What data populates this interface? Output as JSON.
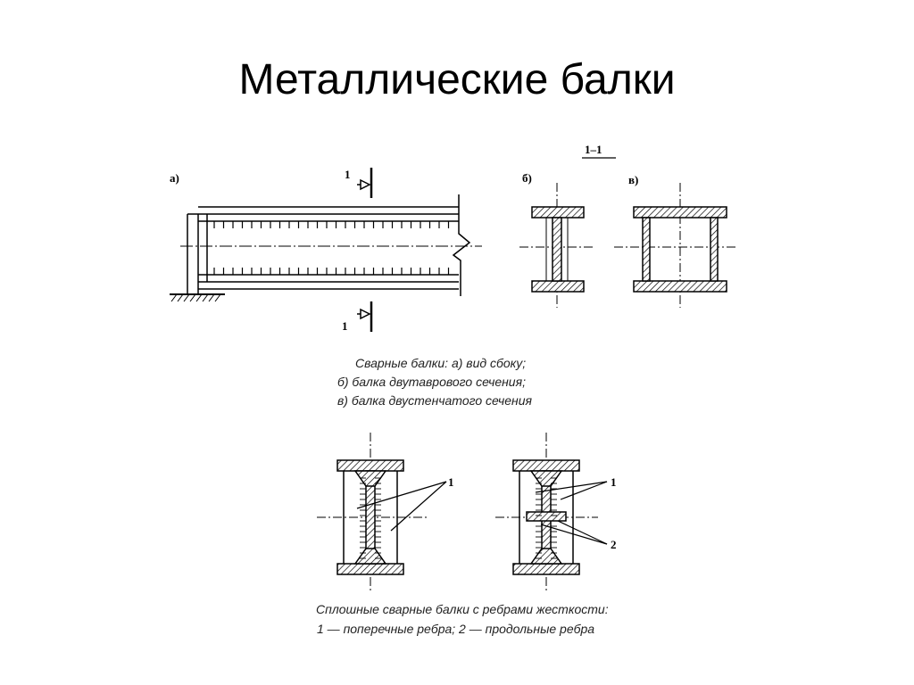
{
  "slide": {
    "title": "Металлические балки"
  },
  "fig1": {
    "labels": {
      "a": "а)",
      "b": "б)",
      "v": "в)",
      "section": "1–1",
      "cut_top": "1",
      "cut_bottom": "1"
    },
    "caption": [
      "Сварные балки: а) вид сбоку;",
      "б) балка двутаврового сечения;",
      "в) балка двустенчатого сечения"
    ]
  },
  "fig2": {
    "labels": {
      "l1_left": "1",
      "l1_right": "1",
      "l2_right": "2"
    },
    "caption": [
      "Сплошные сварные балки с ребрами жесткости:",
      "1 — поперечные ребра; 2 — продольные ребра"
    ]
  },
  "colors": {
    "ink": "#000000",
    "background": "#ffffff"
  }
}
